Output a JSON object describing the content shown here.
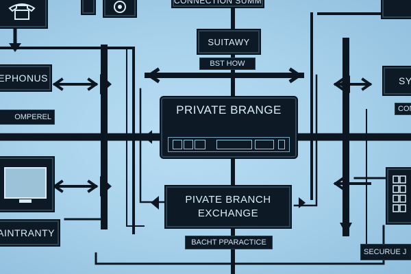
{
  "diagram": {
    "top_header": "CONNECTION SUMM",
    "gateway_box": "SUITAWY",
    "gateway_tag": "BST HOW",
    "pbx_main": "PRIVATE BRANGE",
    "pbx_secondary": "PIVATE BRANCH EXCHANGE",
    "pbx_secondary_tag": "BACHT PPARACTICE",
    "left_top_box": "ELEPHONUS",
    "left_top_tag": "OMPEREL",
    "left_bottom_box": "AINTRANTY",
    "right_top_box": "SY",
    "right_top_tag": "CON",
    "right_bottom_tag": "SECURUE J",
    "colors": {
      "box": "#0d1a26",
      "wire": "#0b1620",
      "background": "#a9d2ec",
      "text": "#d9ecf8"
    }
  }
}
